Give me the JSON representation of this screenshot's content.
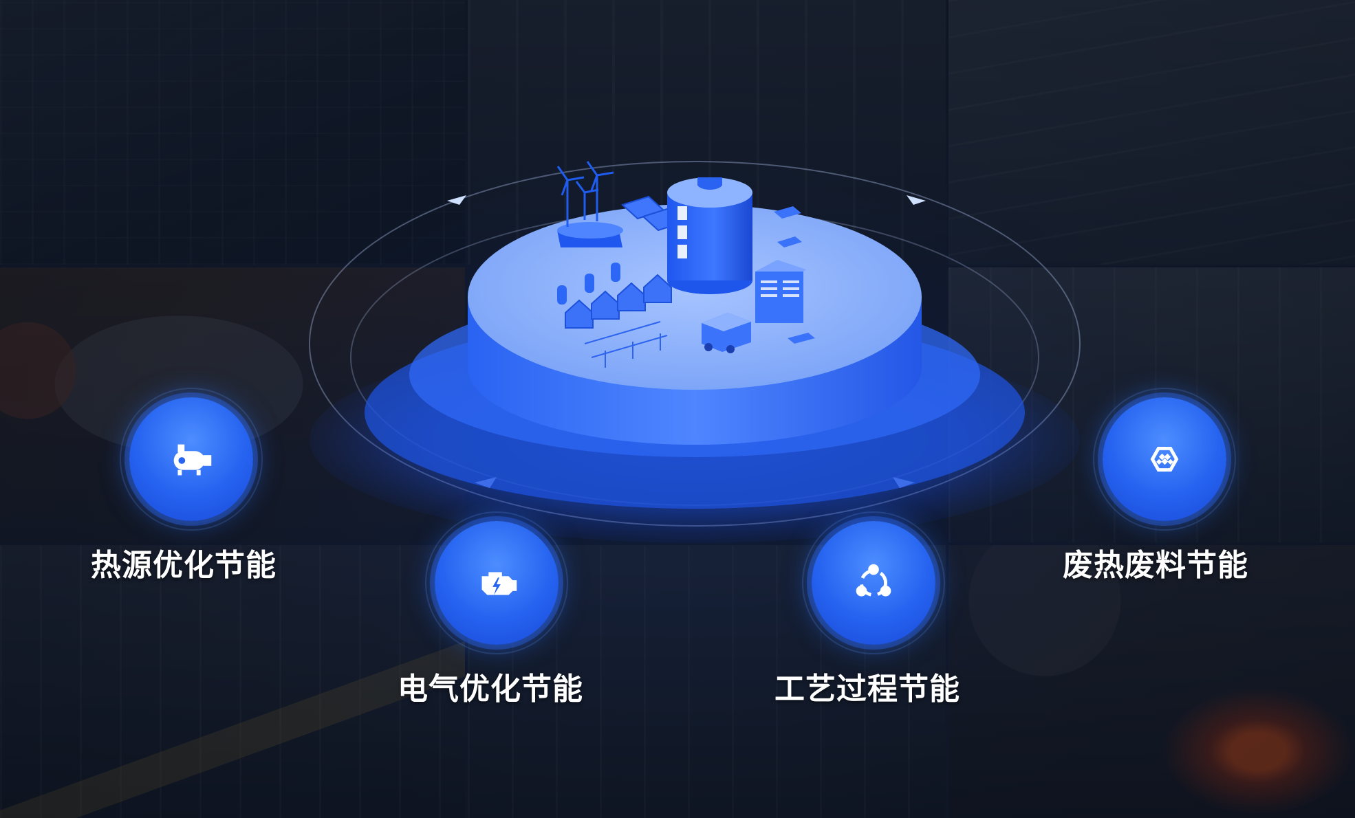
{
  "features": [
    {
      "id": "heat-source",
      "label": "热源优化节能",
      "icon": "boiler-icon"
    },
    {
      "id": "electrical",
      "label": "电气优化节能",
      "icon": "engine-icon"
    },
    {
      "id": "process",
      "label": "工艺过程节能",
      "icon": "share-network-icon"
    },
    {
      "id": "waste-heat",
      "label": "废热废料节能",
      "icon": "hexagon-molecule-icon"
    }
  ],
  "colors": {
    "accent": "#2563f0",
    "accent_light": "#6ea0ff",
    "platform_top": "#7fa8f7",
    "label": "#ffffff"
  }
}
